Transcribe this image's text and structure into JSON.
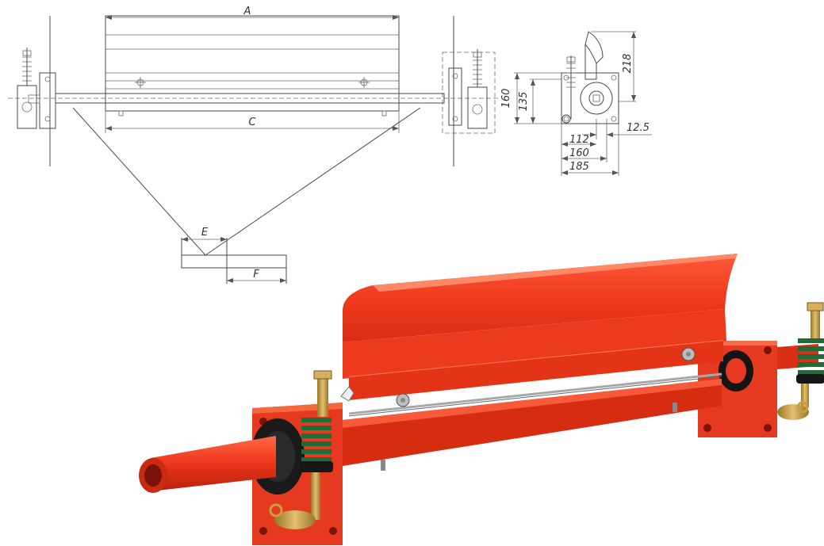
{
  "drawing": {
    "front_labels": {
      "a": "A",
      "c": "C",
      "e": "E",
      "f": "F"
    },
    "side_dims": {
      "d160v": "160",
      "d135": "135",
      "d218": "218",
      "d12_5": "12.5",
      "d112": "112",
      "d160h": "160",
      "d185": "185"
    }
  },
  "colors": {
    "body_red": "#e8321c",
    "dark_red": "#b8200f",
    "spring_green": "#1f6b3a",
    "brass": "#c8a040",
    "rubber_black": "#1a1a1a"
  }
}
